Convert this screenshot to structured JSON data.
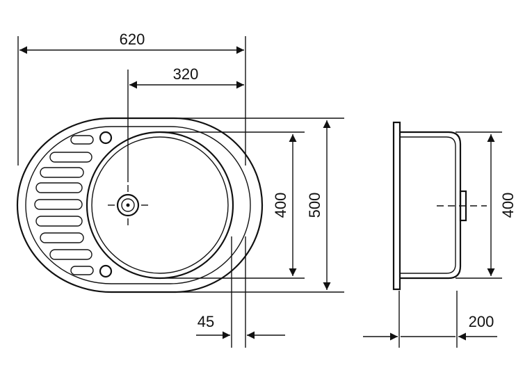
{
  "drawing": {
    "stroke_color": "#111111",
    "background_color": "#ffffff",
    "dimensions": {
      "overall_width": "620",
      "bowl_offset": "320",
      "bowl_diameter": "400",
      "overall_depth": "500",
      "rim_width": "45",
      "side_bowl_height": "400",
      "bowl_depth": "200"
    }
  }
}
